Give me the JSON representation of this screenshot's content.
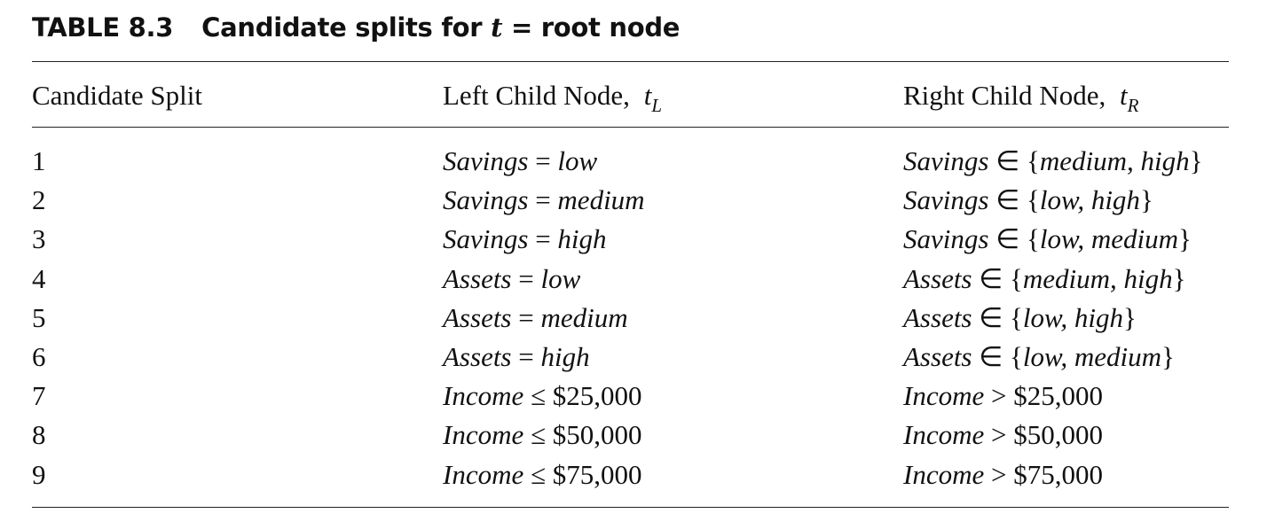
{
  "caption": {
    "label": "TABLE 8.3",
    "title_prefix": "Candidate splits for ",
    "title_var": "t",
    "title_suffix": " = root node"
  },
  "table": {
    "headers": {
      "col1": "Candidate Split",
      "col2_prefix": "Left Child Node, ",
      "col2_var": "t",
      "col2_sub": "L",
      "col3_prefix": "Right Child Node, ",
      "col3_var": "t",
      "col3_sub": "R"
    },
    "rows": [
      {
        "split": "1",
        "left": {
          "a": "Savings",
          "b": " = ",
          "c": "low"
        },
        "right": {
          "a": "Savings",
          "b": " ∈ {",
          "c": "medium, high",
          "d": "}"
        }
      },
      {
        "split": "2",
        "left": {
          "a": "Savings",
          "b": " = ",
          "c": "medium"
        },
        "right": {
          "a": "Savings",
          "b": " ∈ {",
          "c": "low, high",
          "d": "}"
        }
      },
      {
        "split": "3",
        "left": {
          "a": "Savings",
          "b": " = ",
          "c": "high"
        },
        "right": {
          "a": "Savings",
          "b": " ∈ {",
          "c": "low, medium",
          "d": "}"
        }
      },
      {
        "split": "4",
        "left": {
          "a": "Assets",
          "b": " = ",
          "c": "low"
        },
        "right": {
          "a": "Assets",
          "b": " ∈ {",
          "c": "medium, high",
          "d": "}"
        }
      },
      {
        "split": "5",
        "left": {
          "a": "Assets",
          "b": " = ",
          "c": "medium"
        },
        "right": {
          "a": "Assets",
          "b": " ∈ {",
          "c": "low, high",
          "d": "}"
        }
      },
      {
        "split": "6",
        "left": {
          "a": "Assets",
          "b": " = ",
          "c": "high"
        },
        "right": {
          "a": "Assets",
          "b": " ∈ {",
          "c": "low, medium",
          "d": "}"
        }
      },
      {
        "split": "7",
        "left": {
          "a": "Income",
          "b": " ≤ $25,000"
        },
        "right": {
          "a": "Income",
          "b": " > $25,000"
        }
      },
      {
        "split": "8",
        "left": {
          "a": "Income",
          "b": " ≤ $50,000"
        },
        "right": {
          "a": "Income",
          "b": " > $50,000"
        }
      },
      {
        "split": "9",
        "left": {
          "a": "Income",
          "b": " ≤ $75,000"
        },
        "right": {
          "a": "Income",
          "b": " > $75,000"
        }
      }
    ]
  }
}
